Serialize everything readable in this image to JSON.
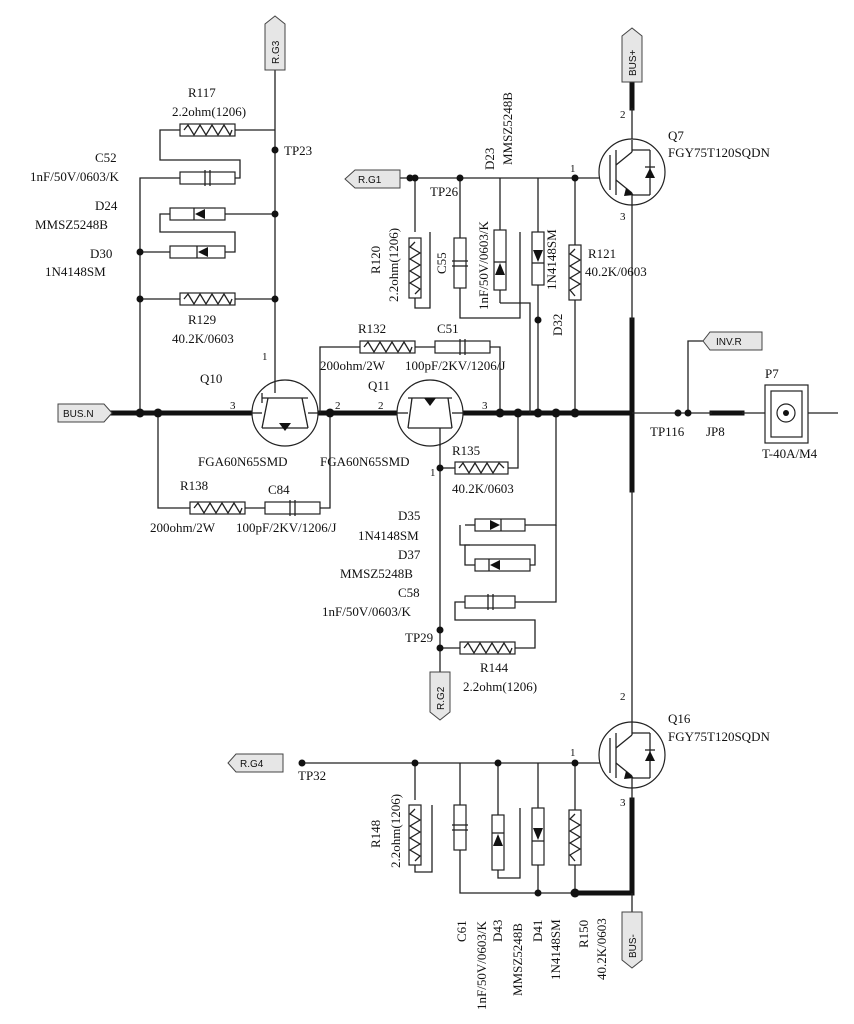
{
  "ports": {
    "rg3": "R.G3",
    "rg1": "R.G1",
    "busn": "BUS.N",
    "invr": "INV.R",
    "rg2": "R.G2",
    "rg4": "R.G4",
    "busp": "BUS+",
    "busm": "BUS-"
  },
  "parts": {
    "R117": {
      "ref": "R117",
      "value": "2.2ohm(1206)"
    },
    "C52": {
      "ref": "C52",
      "value": "1nF/50V/0603/K"
    },
    "D24": {
      "ref": "D24",
      "value": "MMSZ5248B"
    },
    "D30": {
      "ref": "D30",
      "value": "1N4148SM"
    },
    "R129": {
      "ref": "R129",
      "value": "40.2K/0603"
    },
    "Q10": {
      "ref": "Q10",
      "value": "FGA60N65SMD"
    },
    "R138": {
      "ref": "R138",
      "value": "200ohm/2W"
    },
    "C84": {
      "ref": "C84",
      "value": "100pF/2KV/1206/J"
    },
    "R132": {
      "ref": "R132",
      "value": "200ohm/2W"
    },
    "C51": {
      "ref": "C51",
      "value": "100pF/2KV/1206/J"
    },
    "Q11": {
      "ref": "Q11",
      "value": "FGA60N65SMD"
    },
    "R135": {
      "ref": "R135",
      "value": "40.2K/0603"
    },
    "R120": {
      "ref": "R120",
      "value": "2.2ohm(1206)"
    },
    "C55": {
      "ref": "C55",
      "value": "1nF/50V/0603/K"
    },
    "D23": {
      "ref": "D23",
      "value": "MMSZ5248B"
    },
    "D32": {
      "ref": "D32",
      "value": "1N4148SM"
    },
    "R121": {
      "ref": "R121",
      "value": "40.2K/0603"
    },
    "Q7": {
      "ref": "Q7",
      "value": "FGY75T120SQDN"
    },
    "D35": {
      "ref": "D35",
      "value": "1N4148SM"
    },
    "D37": {
      "ref": "D37",
      "value": "MMSZ5248B"
    },
    "C58": {
      "ref": "C58",
      "value": "1nF/50V/0603/K"
    },
    "R144": {
      "ref": "R144",
      "value": "2.2ohm(1206)"
    },
    "Q16": {
      "ref": "Q16",
      "value": "FGY75T120SQDN"
    },
    "R148": {
      "ref": "R148",
      "value": "2.2ohm(1206)"
    },
    "C61": {
      "ref": "C61",
      "value": "1nF/50V/0603/K"
    },
    "D43": {
      "ref": "D43",
      "value": "MMSZ5248B"
    },
    "D41": {
      "ref": "D41",
      "value": "1N4148SM"
    },
    "R150": {
      "ref": "R150",
      "value": "40.2K/0603"
    },
    "P7": {
      "ref": "P7",
      "value": "T-40A/M4"
    },
    "JP8": {
      "ref": "JP8"
    }
  },
  "testpoints": {
    "tp23": "TP23",
    "tp26": "TP26",
    "tp116": "TP116",
    "tp29": "TP29",
    "tp32": "TP32"
  },
  "pins": {
    "p1": "1",
    "p2": "2",
    "p3": "3"
  }
}
